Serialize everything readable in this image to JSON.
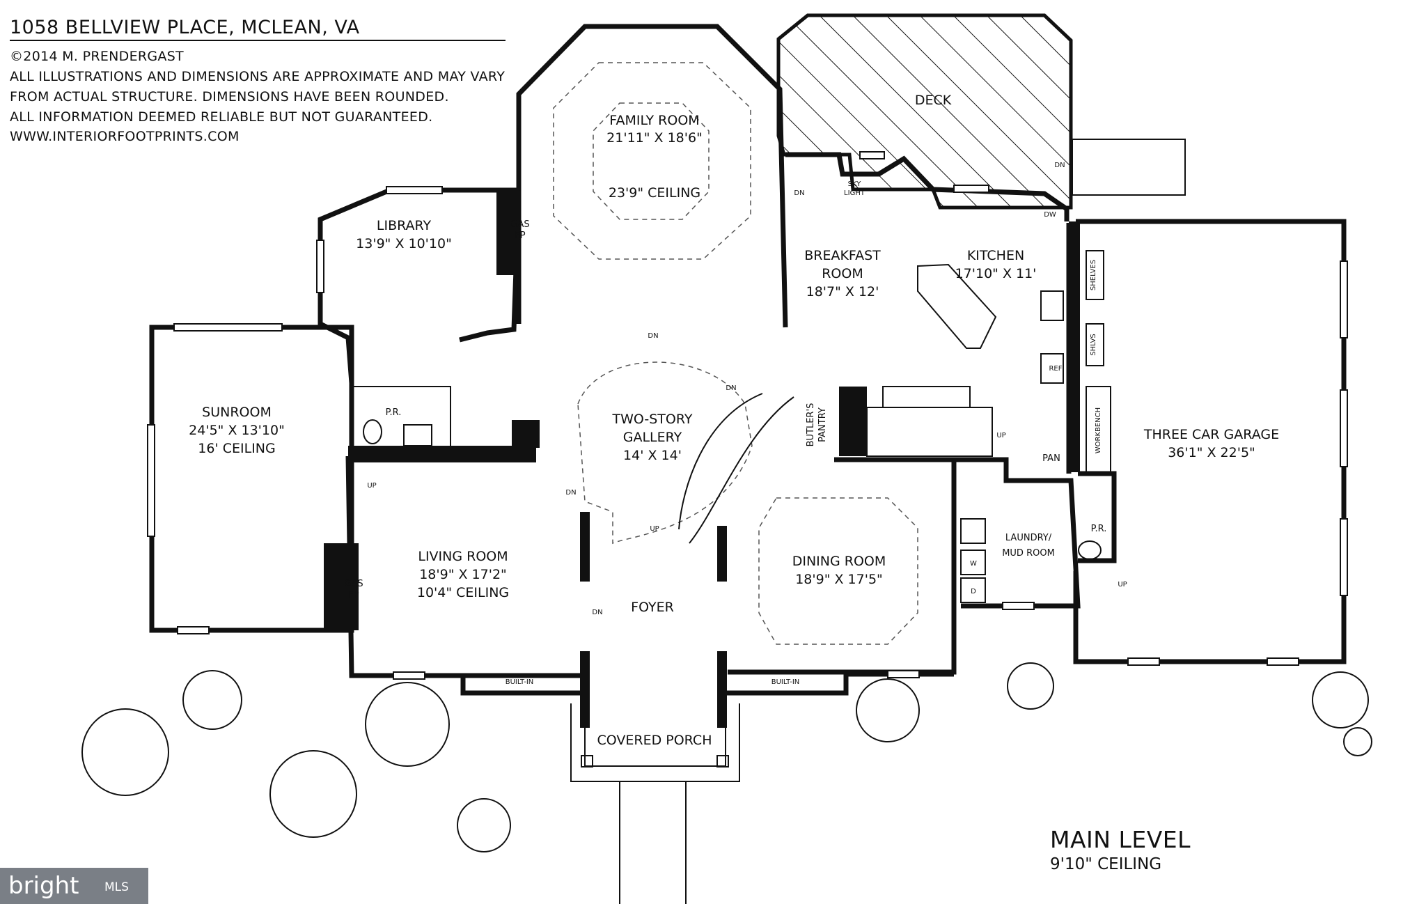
{
  "header": {
    "title": "1058 BELLVIEW PLACE, MCLEAN, VA",
    "copyright": "©2014 M. PRENDERGAST",
    "disclaimer_1": "ALL ILLUSTRATIONS AND DIMENSIONS ARE APPROXIMATE AND MAY VARY",
    "disclaimer_2": "FROM ACTUAL STRUCTURE. DIMENSIONS HAVE BEEN ROUNDED.",
    "disclaimer_3": "ALL INFORMATION DEEMED RELIABLE BUT NOT GUARANTEED.",
    "website": "WWW.INTERIORFOOTPRINTS.COM"
  },
  "rooms": {
    "family": {
      "name": "FAMILY ROOM",
      "dims": "21'11\" X 18'6\"",
      "ceiling": "23'9\" CEILING"
    },
    "deck": {
      "name": "DECK"
    },
    "library": {
      "name": "LIBRARY",
      "dims": "13'9\" X 10'10\""
    },
    "breakfast": {
      "name_1": "BREAKFAST",
      "name_2": "ROOM",
      "dims": "18'7\" X 12'"
    },
    "kitchen": {
      "name": "KITCHEN",
      "dims": "17'10\" X 11'"
    },
    "sunroom": {
      "name": "SUNROOM",
      "dims": "24'5\" X 13'10\"",
      "ceiling": "16' CEILING"
    },
    "gallery": {
      "name_1": "TWO-STORY",
      "name_2": "GALLERY",
      "dims": "14' X 14'"
    },
    "garage": {
      "name": "THREE CAR GARAGE",
      "dims": "36'1\" X 22'5\""
    },
    "living": {
      "name": "LIVING ROOM",
      "dims": "18'9\" X 17'2\"",
      "ceiling": "10'4\" CEILING"
    },
    "dining": {
      "name": "DINING ROOM",
      "dims": "18'9\" X 17'5\""
    },
    "foyer": {
      "name": "FOYER"
    },
    "laundry": {
      "name_1": "LAUNDRY/",
      "name_2": "MUD ROOM"
    },
    "porch": {
      "name": "COVERED PORCH"
    }
  },
  "fixtures": {
    "gas_fp_1": "GAS",
    "gas_fp_2": "FP",
    "built_in": "BUILT-IN",
    "pr": "P.R.",
    "pan": "PAN",
    "ref": "REF",
    "dw": "DW",
    "shelves": "SHELVES",
    "shlvs": "SHLVS",
    "workbench": "WORKBENCH",
    "butlers_1": "BUTLER'S",
    "butlers_2": "PANTRY",
    "sky_1": "SKY",
    "sky_2": "LIGHT",
    "washer": "W",
    "dryer": "D",
    "up": "UP",
    "dn": "DN"
  },
  "level": {
    "name": "MAIN LEVEL",
    "ceiling": "9'10\" CEILING"
  },
  "logo": {
    "text": "bright",
    "suffix": "MLS"
  }
}
